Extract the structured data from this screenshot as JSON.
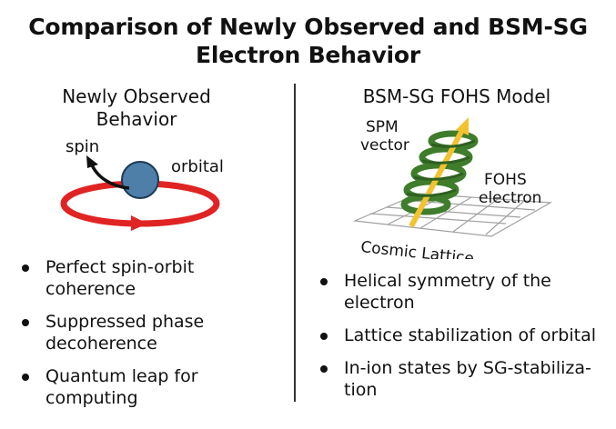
{
  "title": {
    "line1": "Comparison of Newly Observed and BSM-SG",
    "line2": "Electron Behavior"
  },
  "left": {
    "heading": [
      "Newly Observed",
      "Behavior"
    ],
    "labels": {
      "spin": "spin",
      "orbital": "orbital"
    },
    "bullets": [
      "Perfect spin-orbit coherence",
      "Suppressed phase decoherence",
      "Quantum leap for computing"
    ],
    "colors": {
      "orbit": "#e02424",
      "electron": "#4d7fa8",
      "arrow": "#111111"
    }
  },
  "right": {
    "heading": "BSM-SG FOHS Model",
    "labels": {
      "spm_line1": "SPM",
      "spm_line2": "vector",
      "fohs_line1": "FOHS",
      "fohs_line2": "electron",
      "lattice": "Cosmic Lattice"
    },
    "bullets": [
      "Helical symmetry of the electron",
      "Lattice stabilization of orbital",
      "In-ion states by SG-stabiliza-tion"
    ],
    "colors": {
      "helix": "#3f7d2c",
      "vector": "#f2c230",
      "lattice": "#9a9a9a"
    }
  }
}
